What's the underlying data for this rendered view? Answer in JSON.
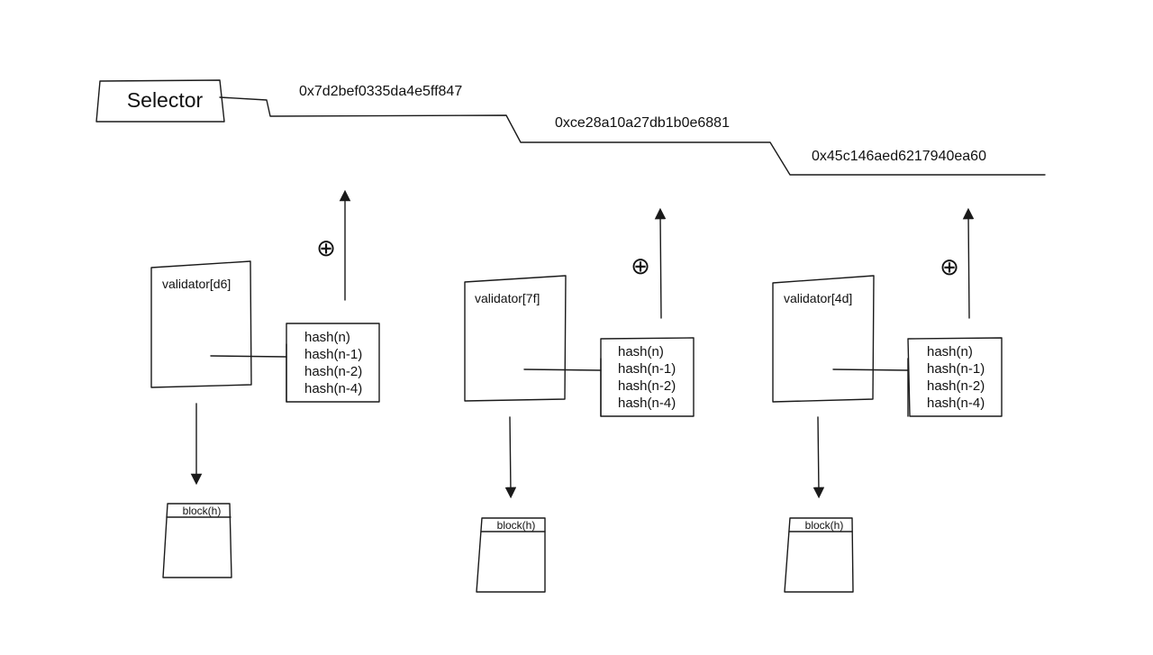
{
  "selector": {
    "label": "Selector"
  },
  "hashes": [
    "0x7d2bef0335da4e5ff847",
    "0xce28a10a27db1b0e6881",
    "0x45c146aed6217940ea60"
  ],
  "groups": [
    {
      "validator": "validator[d6]",
      "hash_list": [
        "hash(n)",
        "hash(n-1)",
        "hash(n-2)",
        "hash(n-4)"
      ],
      "xor_symbol": "⊕",
      "block": "block(h)"
    },
    {
      "validator": "validator[7f]",
      "hash_list": [
        "hash(n)",
        "hash(n-1)",
        "hash(n-2)",
        "hash(n-4)"
      ],
      "xor_symbol": "⊕",
      "block": "block(h)"
    },
    {
      "validator": "validator[4d]",
      "hash_list": [
        "hash(n)",
        "hash(n-1)",
        "hash(n-2)",
        "hash(n-4)"
      ],
      "xor_symbol": "⊕",
      "block": "block(h)"
    }
  ]
}
